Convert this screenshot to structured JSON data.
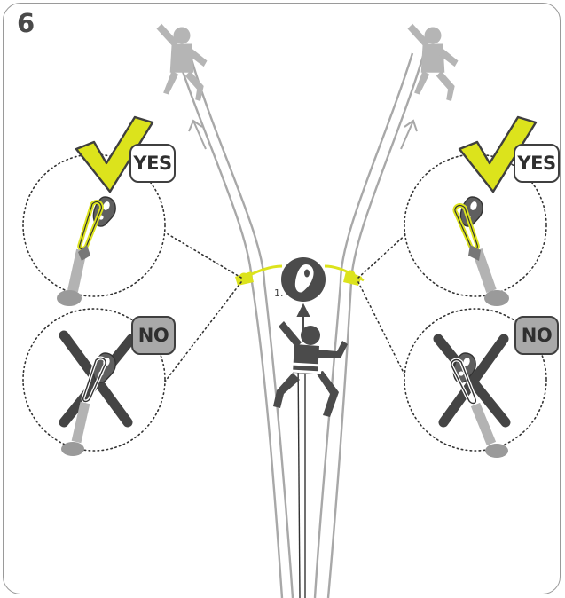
{
  "step": {
    "number": "6"
  },
  "labels": {
    "yes_left": "YES",
    "yes_right": "YES",
    "no_left": "NO",
    "no_right": "NO",
    "sub_step": "1."
  },
  "colors": {
    "accent_yellow": "#dce31c",
    "rope_gray": "#a6a6a6",
    "figure_dark": "#4b4b4b",
    "figure_light": "#b0b0b0",
    "no_badge": "#a9a9a9"
  },
  "icons": [
    "checkmark-icon",
    "cross-icon",
    "anchor-plate-icon",
    "carabiner-icon",
    "climber-figure-icon",
    "arrow-up-icon"
  ]
}
